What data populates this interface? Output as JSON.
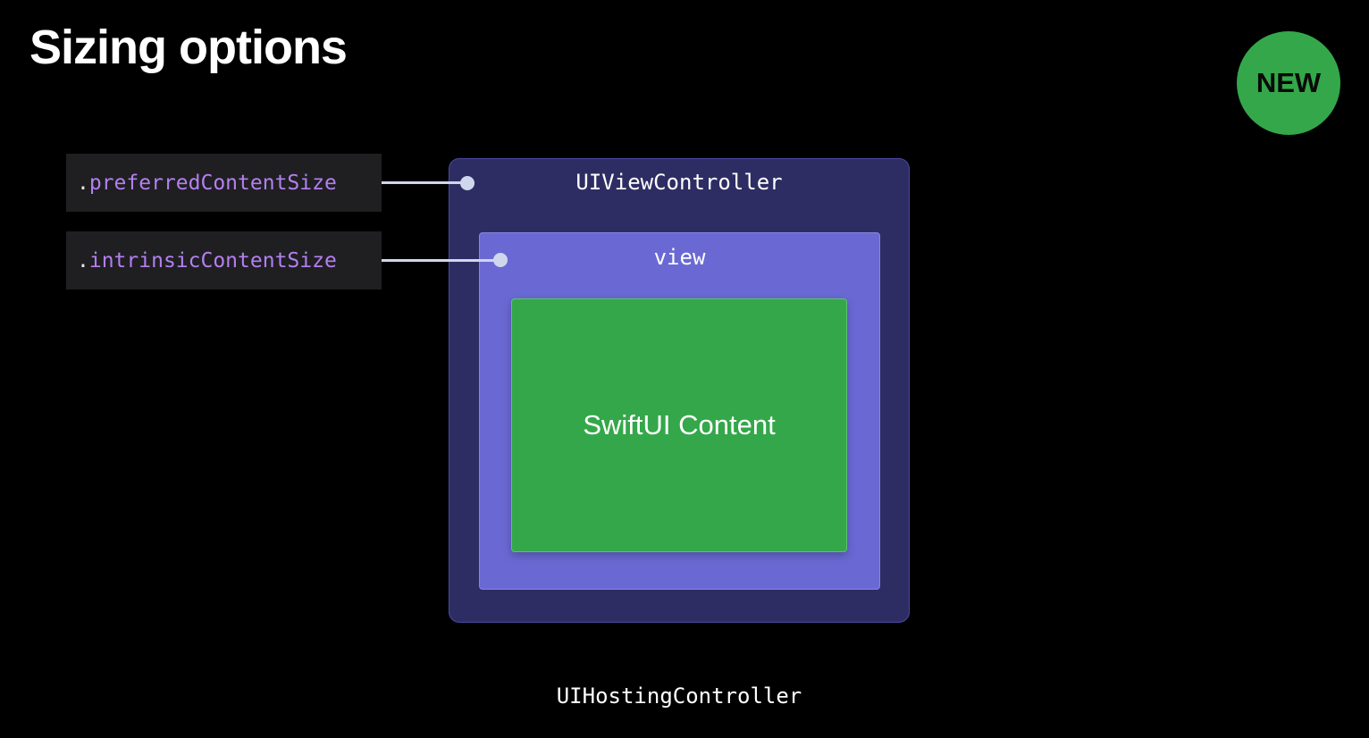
{
  "title": "Sizing options",
  "badge": "NEW",
  "properties": [
    {
      "dot": ".",
      "name": "preferredContentSize"
    },
    {
      "dot": ".",
      "name": "intrinsicContentSize"
    }
  ],
  "diagram": {
    "view_controller_label": "UIViewController",
    "view_label": "view",
    "content_label": "SwiftUI Content",
    "hosting_controller_label": "UIHostingController"
  },
  "colors": {
    "background": "#000000",
    "view_controller": "#2e2d63",
    "view": "#6a69d4",
    "content": "#34a74a",
    "badge": "#34a74a",
    "property_name": "#b57ff0",
    "connector": "#cfd7ec"
  }
}
